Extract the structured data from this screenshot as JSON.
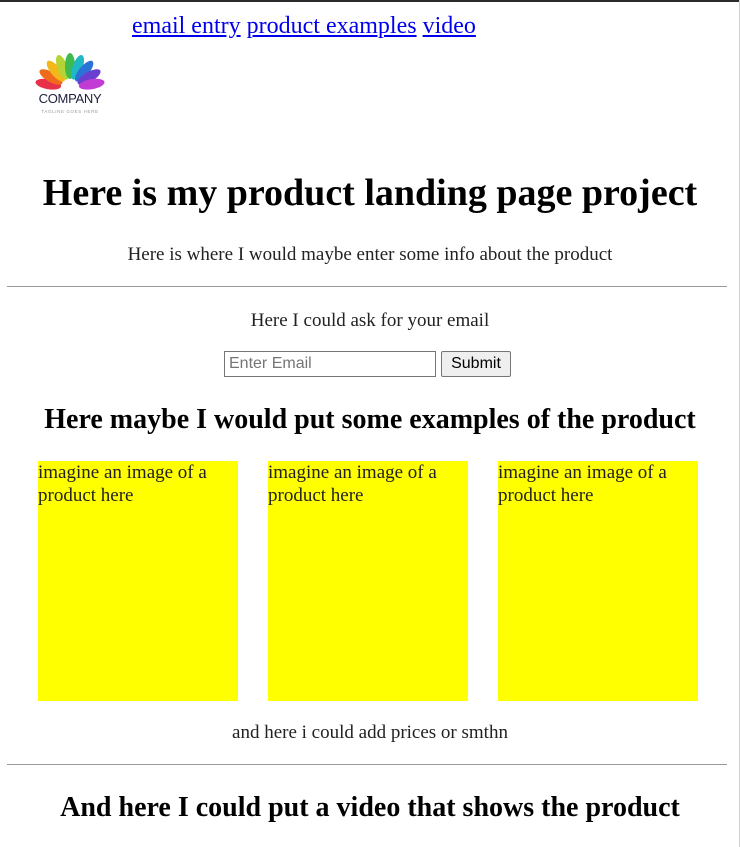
{
  "logo": {
    "name": "COMPANY",
    "tagline": "TAGLINE GOES HERE"
  },
  "nav": {
    "links": [
      "email entry",
      "product examples",
      "video"
    ]
  },
  "main": {
    "title": "Here is my product landing page project",
    "intro": "Here is where I would maybe enter some info about the product"
  },
  "email": {
    "prompt": "Here I could ask for your email",
    "placeholder": "Enter Email",
    "submit_label": "Submit"
  },
  "examples": {
    "heading": "Here maybe I would put some examples of the product",
    "cards": [
      "imagine an image of a product here",
      "imagine an image of a product here",
      "imagine an image of a product here"
    ],
    "prices_note": "and here i could add prices or smthn"
  },
  "video": {
    "heading": "And here I could put a video that shows the product"
  },
  "colors": {
    "card": "#ffff00",
    "link": "#0000ee"
  },
  "icons": [
    "flower-petals-logo-icon"
  ]
}
